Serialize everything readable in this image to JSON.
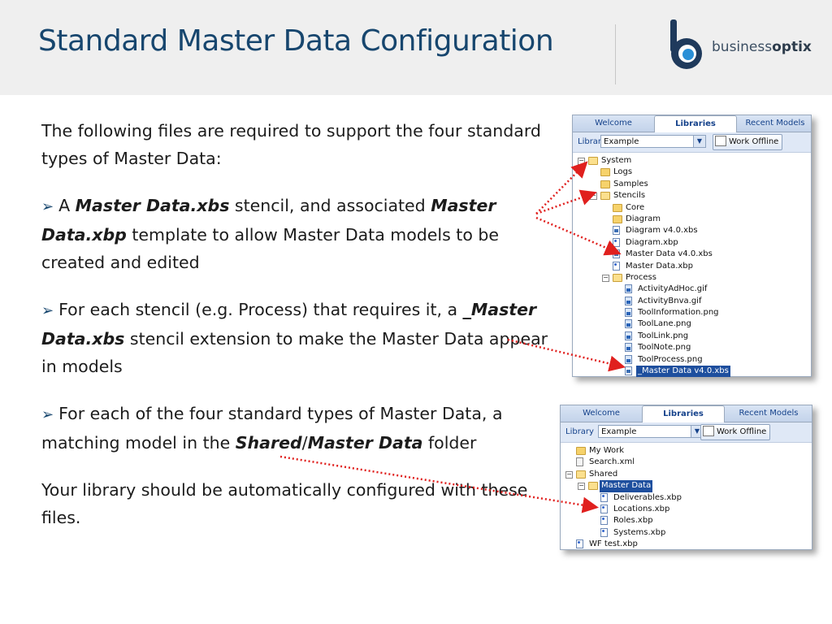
{
  "slide": {
    "title": "Standard Master Data Configuration",
    "logo_text_light": "business",
    "logo_text_bold": "optix"
  },
  "body": {
    "intro": "The following files are required to support the four standard types of Master Data:",
    "bullet1": {
      "pre": "A ",
      "em1": "Master Data.xbs",
      "mid": " stencil, and associated ",
      "em2": "Master Data.xbp",
      "post": " template to allow Master Data models to be created and edited"
    },
    "bullet2": {
      "pre": "For each stencil (e.g. Process) that requires it, a ",
      "em1": "_Master Data.xbs",
      "post": " stencil extension to make the Master Data appear in models"
    },
    "bullet3": {
      "pre": "For each of the four standard types of Master Data, a matching model in the ",
      "em1": "Shared",
      "sep": "/",
      "em2": "Master Data",
      "post": " folder"
    },
    "closing": "Your library should be automatically configured with these files.",
    "bullet_icon": "arrow-bullet-icon"
  },
  "panel1": {
    "tabs": [
      "Welcome",
      "Libraries",
      "Recent Models"
    ],
    "active_tab": "Libraries",
    "library_label": "Library",
    "library_value": "Example",
    "offline_label": "Work Offline",
    "tree": [
      {
        "label": "System",
        "depth": 0,
        "icon": "folder-open-icon",
        "toggle": "⊟"
      },
      {
        "label": "Logs",
        "depth": 1,
        "icon": "folder-icon"
      },
      {
        "label": "Samples",
        "depth": 1,
        "icon": "folder-icon"
      },
      {
        "label": "Stencils",
        "depth": 1,
        "icon": "folder-open-icon",
        "toggle": "⊟"
      },
      {
        "label": "Core",
        "depth": 2,
        "icon": "folder-icon"
      },
      {
        "label": "Diagram",
        "depth": 2,
        "icon": "folder-icon"
      },
      {
        "label": "Diagram v4.0.xbs",
        "depth": 2,
        "icon": "stencil-file-icon"
      },
      {
        "label": "Diagram.xbp",
        "depth": 2,
        "icon": "template-file-icon"
      },
      {
        "label": "Master Data v4.0.xbs",
        "depth": 2,
        "icon": "stencil-file-icon"
      },
      {
        "label": "Master Data.xbp",
        "depth": 2,
        "icon": "template-file-icon"
      },
      {
        "label": "Process",
        "depth": 2,
        "icon": "folder-open-icon",
        "toggle": "⊟"
      },
      {
        "label": "ActivityAdHoc.gif",
        "depth": 3,
        "icon": "image-file-icon"
      },
      {
        "label": "ActivityBnva.gif",
        "depth": 3,
        "icon": "image-file-icon"
      },
      {
        "label": "ToolInformation.png",
        "depth": 3,
        "icon": "image-file-icon"
      },
      {
        "label": "ToolLane.png",
        "depth": 3,
        "icon": "image-file-icon"
      },
      {
        "label": "ToolLink.png",
        "depth": 3,
        "icon": "image-file-icon"
      },
      {
        "label": "ToolNote.png",
        "depth": 3,
        "icon": "image-file-icon"
      },
      {
        "label": "ToolProcess.png",
        "depth": 3,
        "icon": "image-file-icon"
      },
      {
        "label": "_Master Data v4.0.xbs",
        "depth": 3,
        "icon": "stencil-file-icon",
        "selected": true
      }
    ]
  },
  "panel2": {
    "tabs": [
      "Welcome",
      "Libraries",
      "Recent Models"
    ],
    "active_tab": "Libraries",
    "library_label": "Library",
    "library_value": "Example",
    "offline_label": "Work Offline",
    "tree": [
      {
        "label": "My Work",
        "depth": 0,
        "icon": "folder-icon"
      },
      {
        "label": "Search.xml",
        "depth": 0,
        "icon": "xml-file-icon"
      },
      {
        "label": "Shared",
        "depth": 0,
        "icon": "folder-open-icon",
        "toggle": "⊟"
      },
      {
        "label": "Master Data",
        "depth": 1,
        "icon": "folder-open-icon",
        "toggle": "⊟",
        "selected": true
      },
      {
        "label": "Deliverables.xbp",
        "depth": 2,
        "icon": "template-file-icon"
      },
      {
        "label": "Locations.xbp",
        "depth": 2,
        "icon": "template-file-icon"
      },
      {
        "label": "Roles.xbp",
        "depth": 2,
        "icon": "template-file-icon"
      },
      {
        "label": "Systems.xbp",
        "depth": 2,
        "icon": "template-file-icon"
      },
      {
        "label": "WF test.xbp",
        "depth": 0,
        "icon": "template-file-icon"
      }
    ]
  },
  "colors": {
    "title": "#17466e",
    "accent_arrow": "#e0201e",
    "tab_text": "#15428b",
    "selection": "#1e4f9e"
  }
}
